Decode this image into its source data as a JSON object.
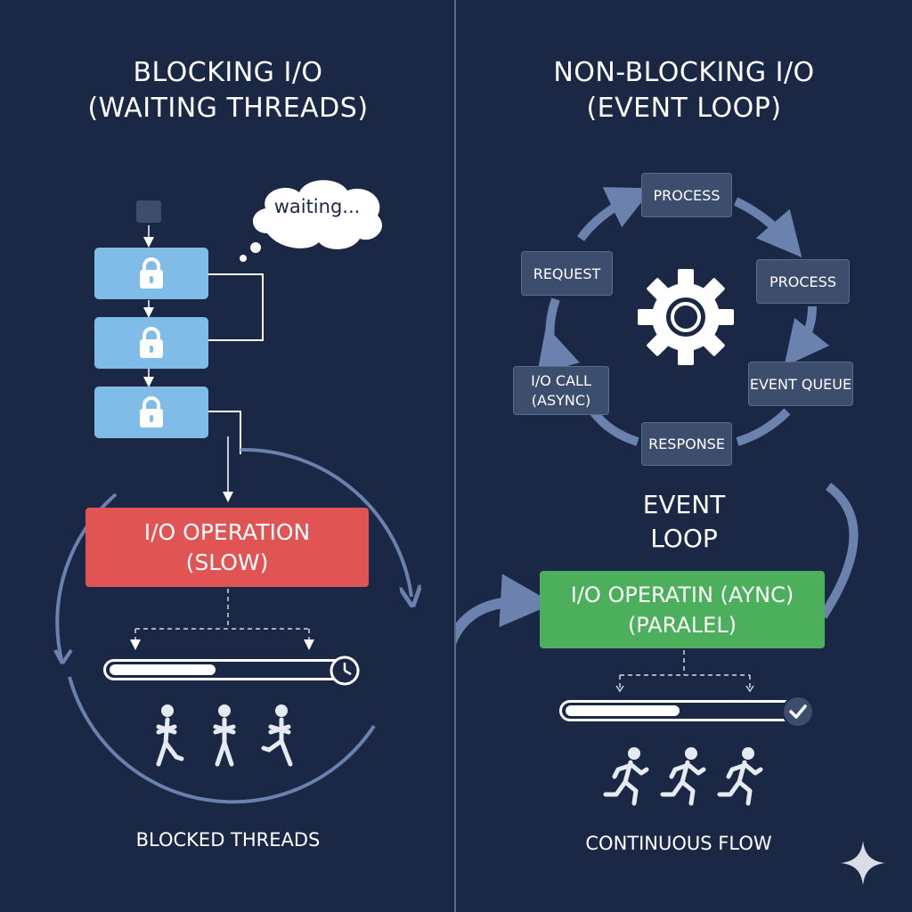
{
  "left": {
    "title_line1": "BLOCKING I/O",
    "title_line2": "(WAITING THREADS)",
    "bubble_text": "waiting...",
    "operation_line1": "I/O OPERATION",
    "operation_line2": "(SLOW)",
    "progress": 0.46,
    "caption": "BLOCKED THREADS"
  },
  "right": {
    "title_line1": "NON-BLOCKING I/O",
    "title_line2": "(EVENT LOOP)",
    "nodes": {
      "process_top": "PROCESS",
      "process_right": "PROCESS",
      "request": "REQUEST",
      "io_call_line1": "I/O CALL",
      "io_call_line2": "(ASYNC)",
      "event_queue": "EVENT QUEUE",
      "response": "RESPONSE"
    },
    "loop_label_line1": "EVENT",
    "loop_label_line2": "LOOP",
    "operation_line1": "I/O OPERATIN (AYNC)",
    "operation_line2": "(PARALEL)",
    "progress": 0.5,
    "caption": "CONTINUOUS FLOW"
  },
  "colors": {
    "background": "#1b2845",
    "lock_box": "#7fbde8",
    "slow_operation": "#e05453",
    "async_operation": "#4caf5c",
    "node": "#3c4d6d",
    "arrow": "#6a82ad"
  },
  "icons": [
    "lock-icon",
    "thought-bubble-icon",
    "clock-icon",
    "check-icon",
    "gear-icon",
    "standing-person-icon",
    "running-person-icon",
    "sparkle-icon"
  ]
}
